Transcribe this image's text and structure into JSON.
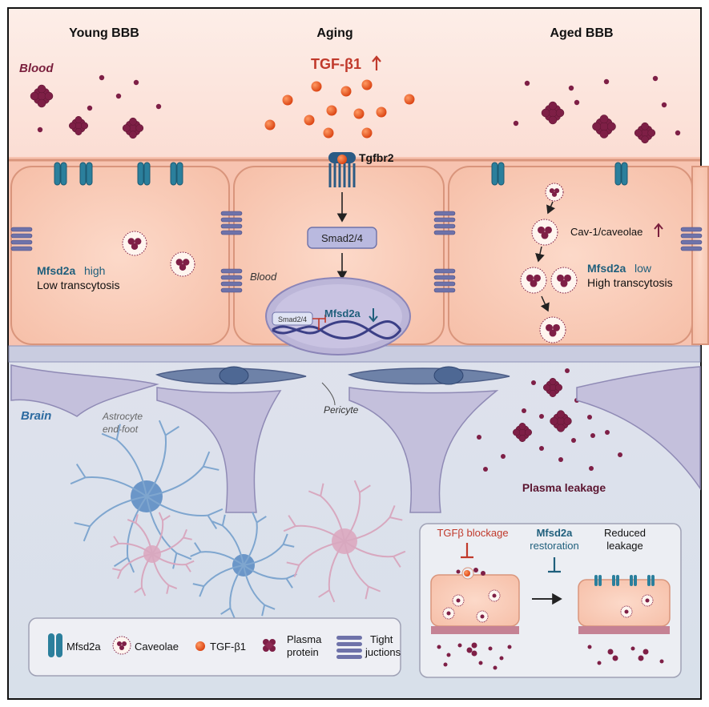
{
  "headers": {
    "young": "Young BBB",
    "aging": "Aging",
    "aged": "Aged BBB"
  },
  "regions": {
    "blood": "Blood",
    "brain": "Brain"
  },
  "aging": {
    "tgf": "TGF-β1",
    "receptor": "Tgfbr2",
    "smad": "Smad2/4",
    "nucleus_smad": "Smad2/4",
    "mfsd2a": "Mfsd2a",
    "cell_label": "Blood"
  },
  "young": {
    "mfsd2a_name": "Mfsd2a",
    "mfsd2a_level": "high",
    "transcytosis": "Low transcytosis"
  },
  "aged": {
    "caveolae": "Cav-1/caveolae",
    "mfsd2a_name": "Mfsd2a",
    "mfsd2a_level": "low",
    "transcytosis": "High transcytosis",
    "leakage": "Plasma leakage"
  },
  "brain": {
    "astrocyte": "Astrocyte\nend-foot",
    "pericyte": "Pericyte"
  },
  "intervention": {
    "blockage": "TGFβ blockage",
    "restoration_name": "Mfsd2a",
    "restoration_word": "restoration",
    "reduced": "Reduced\nleakage"
  },
  "legend": {
    "mfsd2a": "Mfsd2a",
    "caveolae": "Caveolae",
    "tgf": "TGF-β1",
    "plasma": "Plasma\nprotein",
    "tight": "Tight\njuctions"
  },
  "colors": {
    "blood_bg": "#fbe3dc",
    "endothelium": "#f8c9b7",
    "brain_bg": "#e3e6f1",
    "mfsd2a": "#2b7f9c",
    "tgf_orange": "#e5531d",
    "plasma": "#7e1f46",
    "tight_junction": "#6e72a9",
    "title_red": "#c0392b",
    "mfsd2a_text": "#1f5f7c"
  }
}
